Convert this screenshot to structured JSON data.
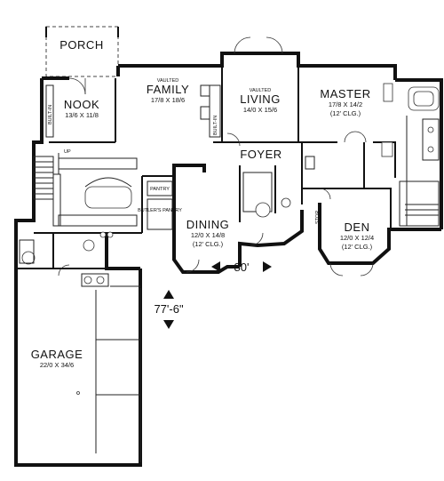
{
  "rooms": {
    "porch": {
      "name": "PORCH"
    },
    "nook": {
      "name": "NOOK",
      "size": "13/6 X 11/8"
    },
    "family": {
      "name": "FAMILY",
      "note": "VAULTED",
      "size": "17/8 X 18/6"
    },
    "living": {
      "name": "LIVING",
      "note": "VAULTED",
      "size": "14/0 X 15/6"
    },
    "master": {
      "name": "MASTER",
      "size": "17/8 X 14/2",
      "clg": "(12' CLG.)"
    },
    "foyer": {
      "name": "FOYER"
    },
    "dining": {
      "name": "DINING",
      "size": "12/0 X 14/8",
      "clg": "(12' CLG.)"
    },
    "den": {
      "name": "DEN",
      "size": "12/0 X 12/4",
      "clg": "(12' CLG.)"
    },
    "garage": {
      "name": "GARAGE",
      "size": "22/0 X 34/6"
    }
  },
  "labels": {
    "built_in_left": "BUILT-IN",
    "built_in_right": "BUILT-IN",
    "up": "UP",
    "pantry": "PANTRY",
    "butlers_pantry": "BUTLER'S PANTRY",
    "stor": "STOR"
  },
  "dimensions": {
    "width": "80'",
    "depth": "77'-6\""
  }
}
